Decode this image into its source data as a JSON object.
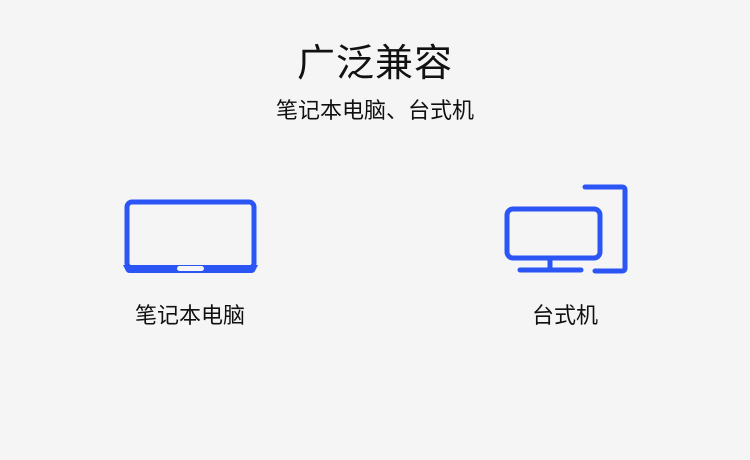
{
  "header": {
    "title": "广泛兼容",
    "subtitle": "笔记本电脑、台式机"
  },
  "devices": [
    {
      "label": "笔记本电脑",
      "icon": "laptop-icon"
    },
    {
      "label": "台式机",
      "icon": "desktop-icon"
    }
  ],
  "colors": {
    "accent": "#2b55f5",
    "background": "#f5f5f5",
    "text": "#111111"
  }
}
